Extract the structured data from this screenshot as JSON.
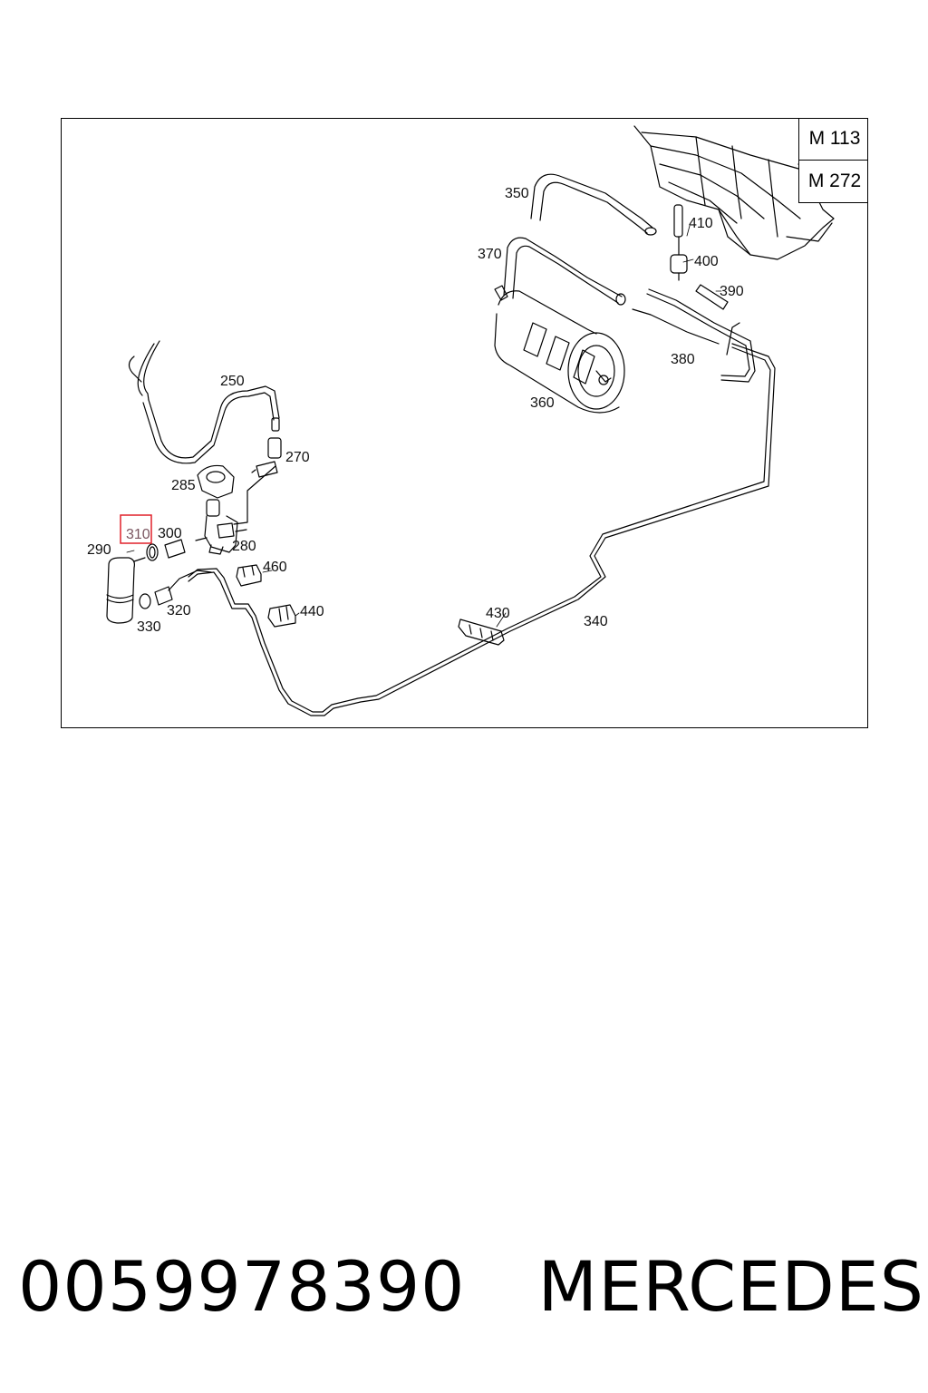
{
  "diagram": {
    "engine_codes": [
      "M 113",
      "M 272"
    ],
    "highlighted_part": "310",
    "parts": [
      {
        "id": "250"
      },
      {
        "id": "270"
      },
      {
        "id": "280"
      },
      {
        "id": "285"
      },
      {
        "id": "290"
      },
      {
        "id": "300"
      },
      {
        "id": "310"
      },
      {
        "id": "320"
      },
      {
        "id": "330"
      },
      {
        "id": "340"
      },
      {
        "id": "350"
      },
      {
        "id": "360"
      },
      {
        "id": "370"
      },
      {
        "id": "380"
      },
      {
        "id": "390"
      },
      {
        "id": "400"
      },
      {
        "id": "410"
      },
      {
        "id": "430"
      },
      {
        "id": "440"
      },
      {
        "id": "460"
      }
    ],
    "colors": {
      "line": "#000000",
      "highlight_border": "#e0202a",
      "highlight_text": "#7a5560"
    }
  },
  "caption": {
    "part_number": "0059978390",
    "brand": "MERCEDES"
  }
}
